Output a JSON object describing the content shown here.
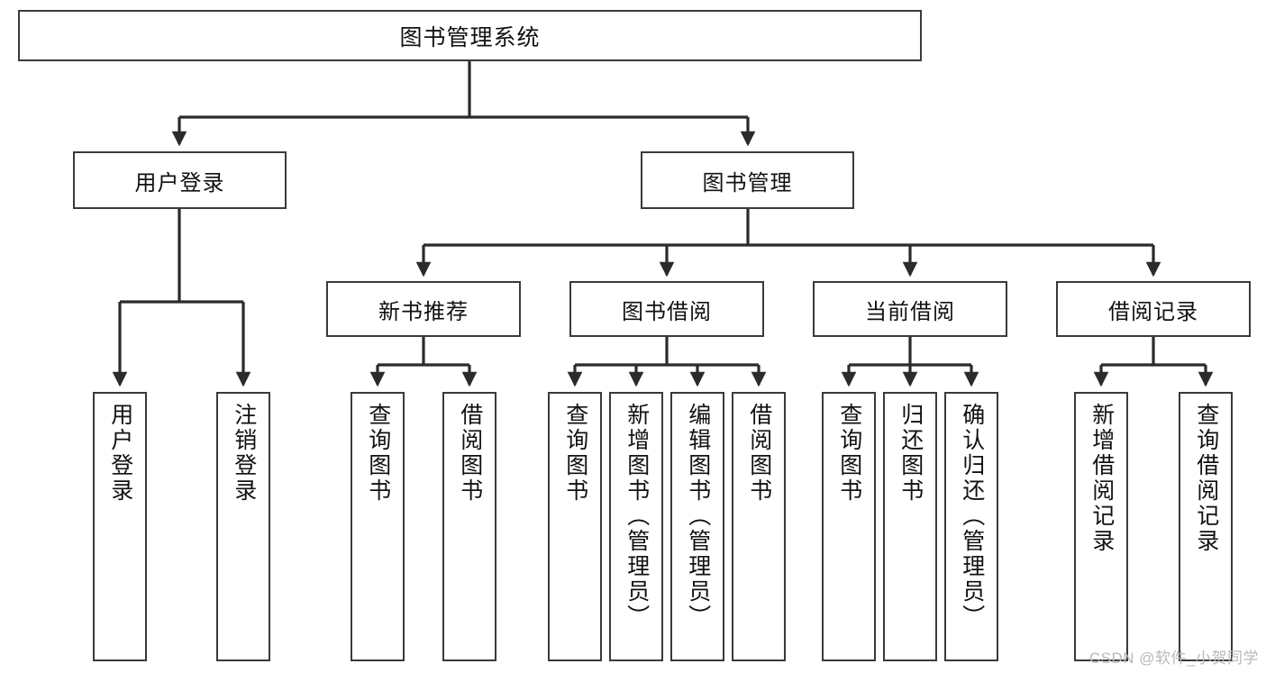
{
  "diagram": {
    "title": "图书管理系统",
    "type": "tree-hierarchy-diagram",
    "root": {
      "label": "图书管理系统"
    },
    "level2": [
      {
        "label": "用户登录"
      },
      {
        "label": "图书管理"
      }
    ],
    "level3": [
      {
        "label": "新书推荐"
      },
      {
        "label": "图书借阅"
      },
      {
        "label": "当前借阅"
      },
      {
        "label": "借阅记录"
      }
    ],
    "leaves": [
      {
        "label": "用户登录"
      },
      {
        "label": "注销登录"
      },
      {
        "label": "查询图书"
      },
      {
        "label": "借阅图书"
      },
      {
        "label": "查询图书"
      },
      {
        "label": "新增图书（管理员）"
      },
      {
        "label": "编辑图书（管理员）"
      },
      {
        "label": "借阅图书"
      },
      {
        "label": "查询图书"
      },
      {
        "label": "归还图书"
      },
      {
        "label": "确认归还（管理员）"
      },
      {
        "label": "新增借阅记录"
      },
      {
        "label": "查询借阅记录"
      }
    ],
    "colors": {
      "box_border": "#3a3a3a",
      "connector": "#2b2b2b",
      "background": "#ffffff",
      "text": "#111111",
      "watermark": "#b9b9b9"
    }
  },
  "watermark": {
    "text": "CSDN @软件_小贺同学"
  }
}
